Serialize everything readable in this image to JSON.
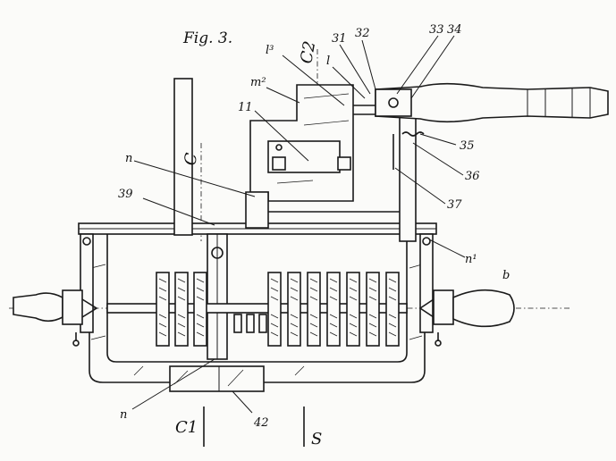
{
  "figure": {
    "title": "Fig. 3.",
    "labels": {
      "l3": "l³",
      "c2_top": "C2",
      "l": "l",
      "n31": "31",
      "n32": "32",
      "n33": "33",
      "n34": "34",
      "m2": "m²",
      "n11": "11",
      "n35": "35",
      "n36": "36",
      "n": "n",
      "c_mid": "C",
      "n39": "39",
      "n37": "37",
      "n1": "n¹",
      "b": "b",
      "n_bottom": "n",
      "c1_bottom": "C1",
      "n42": "42",
      "s_bottom": "S"
    }
  }
}
